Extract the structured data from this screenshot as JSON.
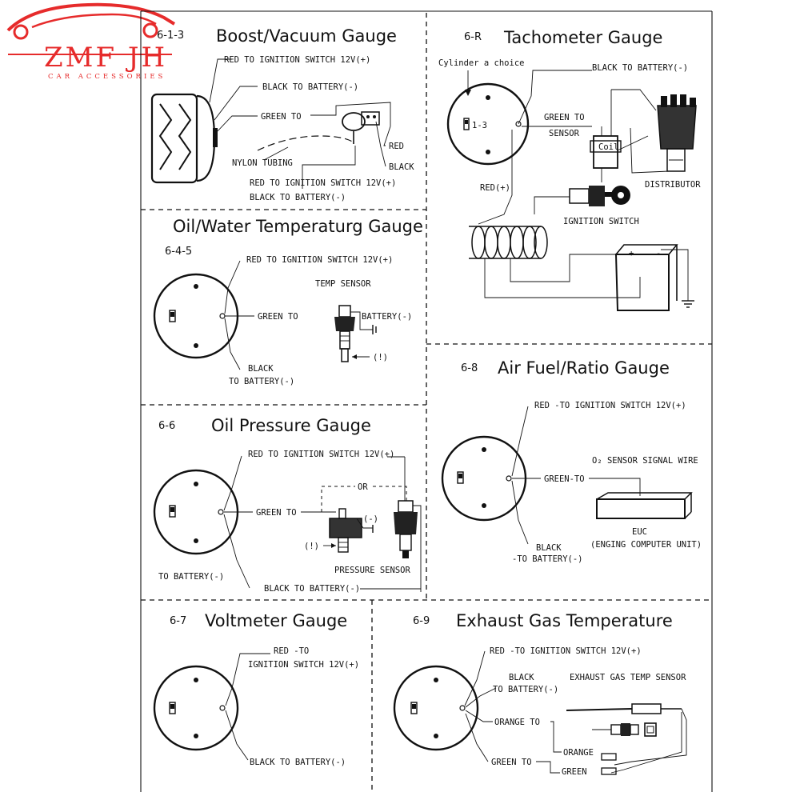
{
  "brand": {
    "name": "ZMF JH",
    "tagline": "CAR ACCESSORIES",
    "color": "#e62b2b"
  },
  "sections": {
    "boost": {
      "code": "6-1-3",
      "title": "Boost/Vacuum Gauge",
      "labels": [
        "RED  TO IGNITION SWITCH 12V(+)",
        "BLACK  TO BATTERY(-)",
        "GREEN TO",
        "RED",
        "BLACK",
        "NYLON TUBING",
        "RED  TO IGNITION SWITCH 12V(+)",
        "BLACK  TO BATTERY(-)"
      ]
    },
    "tach": {
      "code": "6-R",
      "title": "Tachometer Gauge",
      "labels": [
        "Cylinder a choice",
        "BLACK  TO BATTERY(-)",
        "GREEN TO",
        "SENSOR",
        "Coil",
        "DISTRIBUTOR",
        "RED(+)",
        "IGNITION SWITCH"
      ]
    },
    "oilwater": {
      "code": "6-4-5",
      "title": "Oil/Water Temperaturg Gauge",
      "labels": [
        "RED TO IGNITION SWITCH 12V(+)",
        "TEMP SENSOR",
        "GREEN TO",
        "BATTERY(-)",
        "(!)",
        "BLACK",
        "TO BATTERY(-)"
      ]
    },
    "afr": {
      "code": "6-8",
      "title": "Air Fuel/Ratio Gauge",
      "labels": [
        "RED -TO IGNITION SWITCH 12V(+)",
        "O₂ SENSOR SIGNAL WIRE",
        "GREEN-TO",
        "EUC",
        "(ENGING COMPUTER UNIT)",
        "BLACK",
        "-TO BATTERY(-)"
      ]
    },
    "oilpress": {
      "code": "6-6",
      "title": "Oil Pressure Gauge",
      "labels": [
        "RED TO IGNITION SWITCH 12V(+)",
        "OR",
        "GREEN TO",
        "(-)",
        "(!)",
        "PRESSURE SENSOR",
        "TO BATTERY(-)",
        "BLACK TO BATTERY(-)"
      ]
    },
    "volt": {
      "code": "6-7",
      "title": "Voltmeter Gauge",
      "labels": [
        "RED -TO",
        "IGNITION SWITCH 12V(+)",
        "BLACK TO BATTERY(-)"
      ]
    },
    "egt": {
      "code": "6-9",
      "title": "Exhaust Gas Temperature",
      "labels": [
        "RED -TO IGNITION SWITCH 12V(+)",
        "BLACK",
        "TO BATTERY(-)",
        "EXHAUST GAS TEMP SENSOR",
        "ORANGE TO",
        "ORANGE",
        "GREEN TO",
        "GREEN"
      ]
    }
  }
}
